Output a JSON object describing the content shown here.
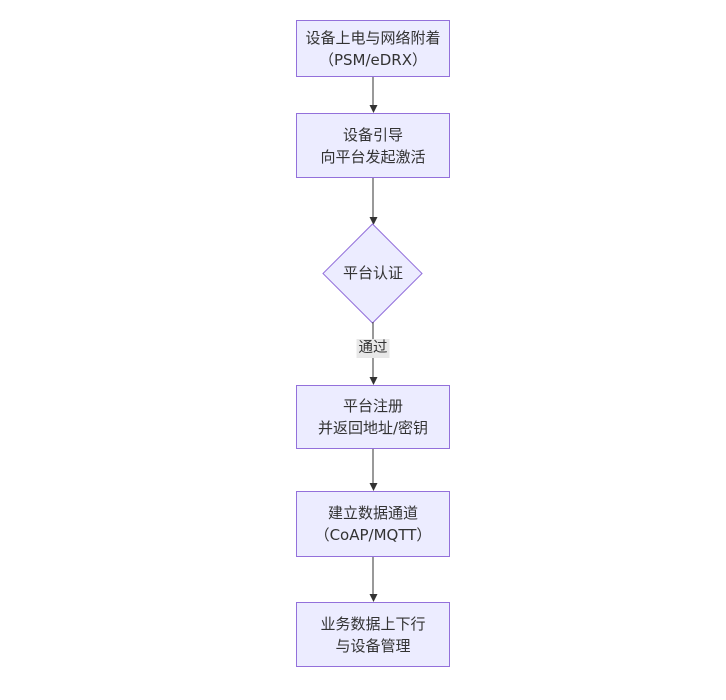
{
  "diagram": {
    "type": "flowchart-top-down",
    "colors": {
      "node_fill": "#ECECFF",
      "node_border": "#9370DB",
      "edge": "#333333",
      "edge_label_bg": "#e8e8e8",
      "text": "#333333",
      "background": "#ffffff"
    },
    "nodes": [
      {
        "id": "power-attach",
        "shape": "rect",
        "line1": "设备上电与网络附着",
        "line2": "（PSM/eDRX）"
      },
      {
        "id": "bootstrap",
        "shape": "rect",
        "line1": "设备引导",
        "line2": "向平台发起激活"
      },
      {
        "id": "platform-auth",
        "shape": "diamond",
        "line1": "平台认证",
        "line2": ""
      },
      {
        "id": "register",
        "shape": "rect",
        "line1": "平台注册",
        "line2": "并返回地址/密钥"
      },
      {
        "id": "data-channel",
        "shape": "rect",
        "line1": "建立数据通道",
        "line2": "（CoAP/MQTT）"
      },
      {
        "id": "business-data",
        "shape": "rect",
        "line1": "业务数据上下行",
        "line2": "与设备管理"
      }
    ],
    "edges": [
      {
        "from": "power-attach",
        "to": "bootstrap",
        "label": ""
      },
      {
        "from": "bootstrap",
        "to": "platform-auth",
        "label": ""
      },
      {
        "from": "platform-auth",
        "to": "register",
        "label": "通过"
      },
      {
        "from": "register",
        "to": "data-channel",
        "label": ""
      },
      {
        "from": "data-channel",
        "to": "business-data",
        "label": ""
      }
    ]
  }
}
